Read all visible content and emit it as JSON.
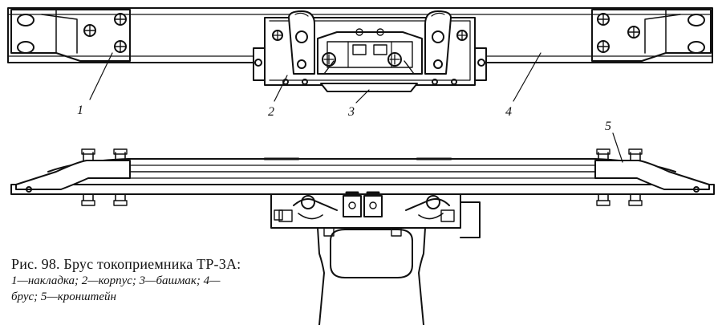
{
  "figure": {
    "caption_title": "Рис. 98. Брус токоприемника ТР-3А:",
    "legend_line_1": "1—накладка; 2—корпус; 3—башмак; 4—",
    "legend_line_2": "брус; 5—кронштейн"
  },
  "callouts": {
    "c1": "1",
    "c2": "2",
    "c3": "3",
    "c4": "4",
    "c5": "5"
  }
}
